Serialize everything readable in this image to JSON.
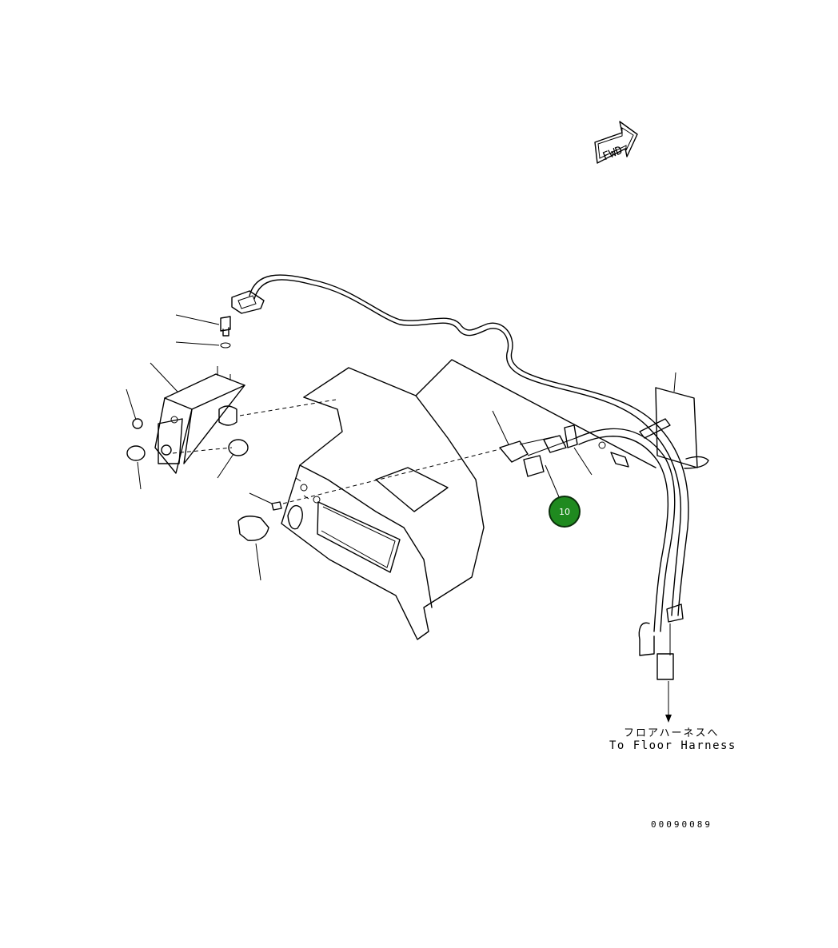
{
  "fwd_label": "FWD",
  "floor_note_jp": "フロアハーネスへ",
  "floor_note_en": "To Floor Harness",
  "drawing_code": "00090089",
  "callouts": [
    {
      "number": "10",
      "color": "#1f8a1f"
    }
  ]
}
